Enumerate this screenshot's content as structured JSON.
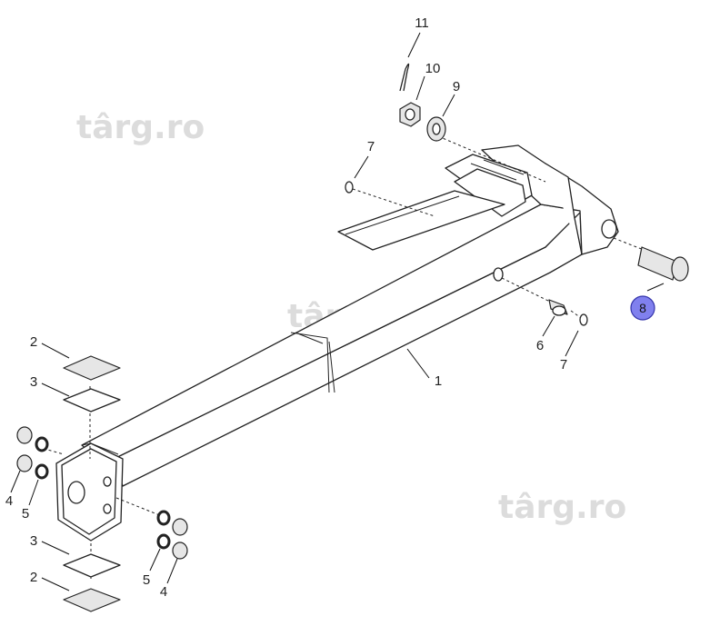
{
  "watermarks": [
    "târg.ro",
    "târg.ro",
    "târg.ro"
  ],
  "colors": {
    "highlight_fill": "#8080ee",
    "highlight_stroke": "#3333aa",
    "watermark": "#dcdcdc",
    "line": "#222222"
  },
  "callouts": [
    {
      "id": "c11",
      "number": "11",
      "part": "cotter-pin"
    },
    {
      "id": "c10",
      "number": "10",
      "part": "hex-nut"
    },
    {
      "id": "c9",
      "number": "9",
      "part": "washer"
    },
    {
      "id": "c7a",
      "number": "7",
      "part": "snap-ring"
    },
    {
      "id": "c8",
      "number": "8",
      "part": "clevis-pin",
      "highlighted": true
    },
    {
      "id": "c6",
      "number": "6",
      "part": "pin"
    },
    {
      "id": "c7b",
      "number": "7",
      "part": "snap-ring"
    },
    {
      "id": "c1",
      "number": "1",
      "part": "tongue-frame"
    },
    {
      "id": "c2a",
      "number": "2",
      "part": "wear-pad"
    },
    {
      "id": "c3a",
      "number": "3",
      "part": "shim"
    },
    {
      "id": "c4a",
      "number": "4",
      "part": "plug"
    },
    {
      "id": "c5a",
      "number": "5",
      "part": "o-ring"
    },
    {
      "id": "c5b",
      "number": "5",
      "part": "o-ring"
    },
    {
      "id": "c4b",
      "number": "4",
      "part": "plug"
    },
    {
      "id": "c3b",
      "number": "3",
      "part": "shim"
    },
    {
      "id": "c2b",
      "number": "2",
      "part": "wear-pad"
    }
  ]
}
